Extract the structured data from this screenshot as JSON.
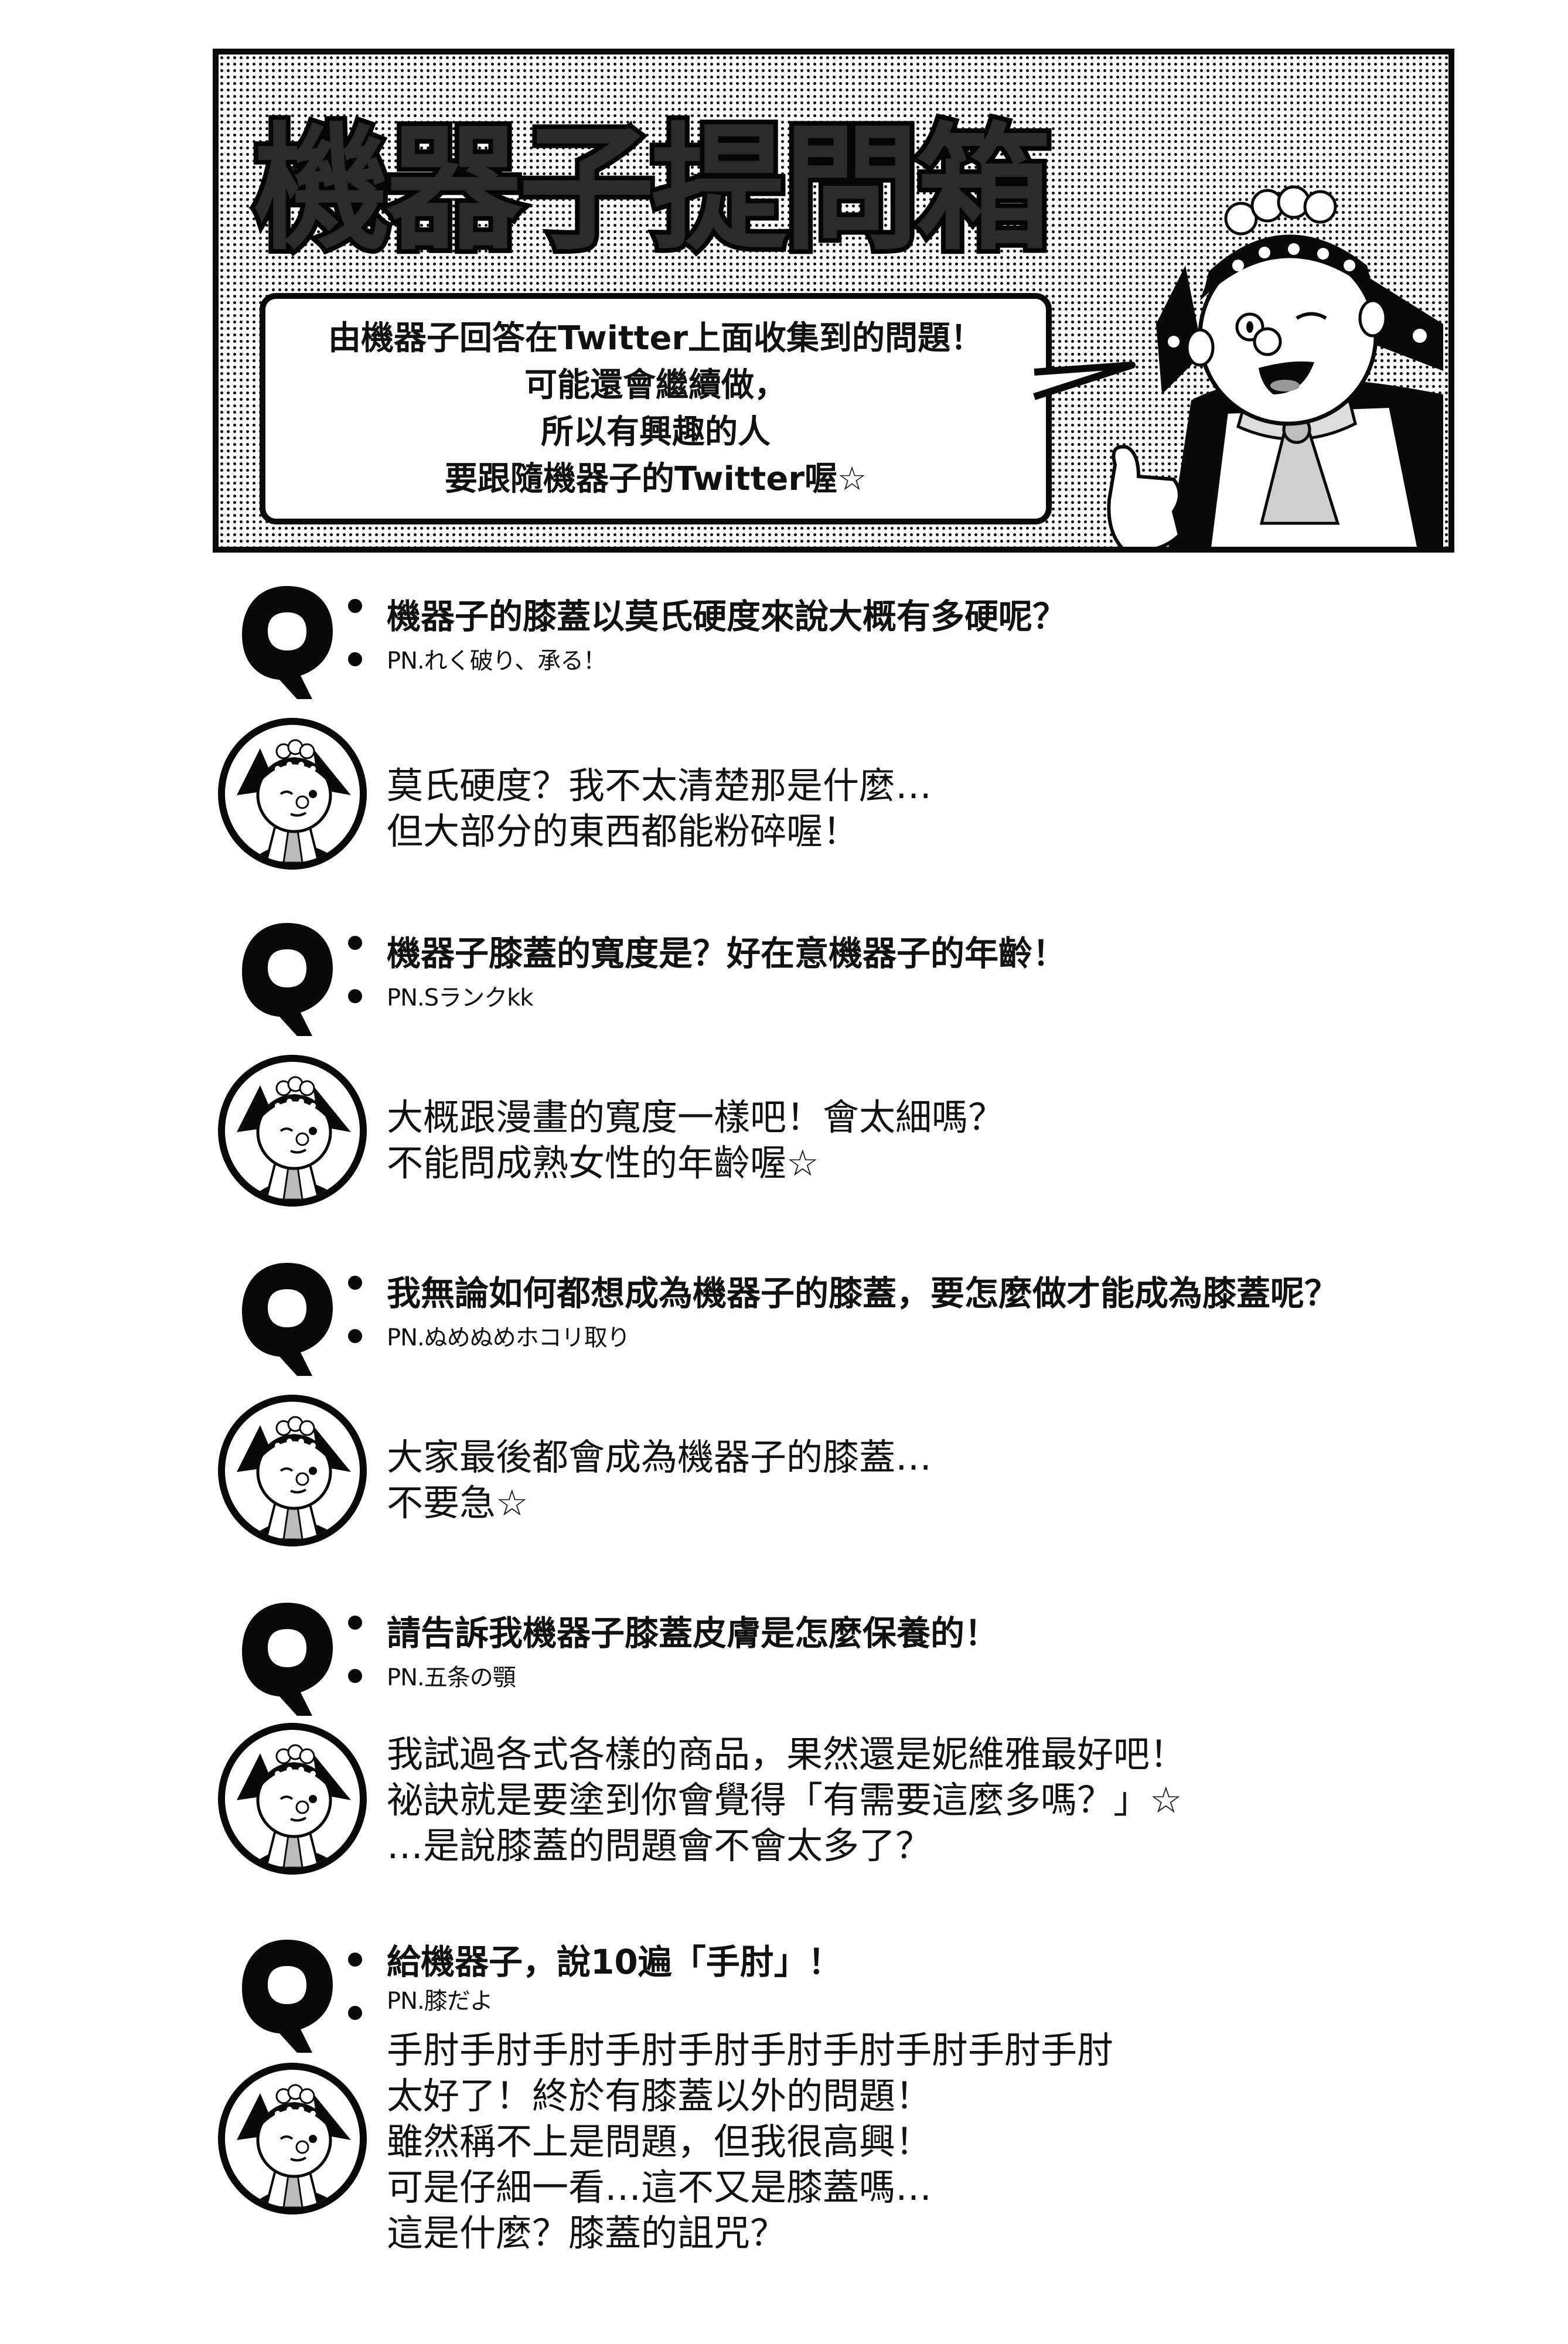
{
  "header": {
    "title": "機器子提問箱",
    "bubble_lines": [
      "由機器子回答在Twitter上面收集到的問題！",
      "可能還會繼續做，",
      "所以有興趣的人",
      "要跟隨機器子的Twitter喔☆"
    ]
  },
  "qa": [
    {
      "question": "機器子的膝蓋以莫氏硬度來說大概有多硬呢？",
      "pen_name": "PN.れく破り、承る！",
      "answer_lines": [
        "莫氏硬度？我不太清楚那是什麼…",
        "但大部分的東西都能粉碎喔！"
      ]
    },
    {
      "question": "機器子膝蓋的寬度是？好在意機器子的年齡！",
      "pen_name": "PN.Sランクkk",
      "answer_lines": [
        "大概跟漫畫的寬度一樣吧！會太細嗎？",
        "不能問成熟女性的年齡喔☆"
      ]
    },
    {
      "question": "我無論如何都想成為機器子的膝蓋，要怎麼做才能成為膝蓋呢？",
      "pen_name": "PN.ぬめぬめホコリ取り",
      "answer_lines": [
        "大家最後都會成為機器子的膝蓋…",
        "不要急☆"
      ]
    },
    {
      "question": "請告訴我機器子膝蓋皮膚是怎麼保養的！",
      "pen_name": "PN.五条の顎",
      "answer_lines": [
        "我試過各式各樣的商品，果然還是妮維雅最好吧！",
        "祕訣就是要塗到你會覺得「有需要這麼多嗎？」☆",
        "…是說膝蓋的問題會不會太多了？"
      ]
    },
    {
      "question": "給機器子，說10遍「手肘」！",
      "pen_name": "PN.膝だよ",
      "answer_lines": [
        "手肘手肘手肘手肘手肘手肘手肘手肘手肘手肘",
        "太好了！終於有膝蓋以外的問題！",
        "雖然稱不上是問題，但我很高興！",
        "可是仔細一看…這不又是膝蓋嗎…",
        "這是什麼？膝蓋的詛咒？"
      ]
    }
  ],
  "colors": {
    "ink": "#0a0a0a",
    "title_fill": "#2b2b2b",
    "paper": "#ffffff"
  }
}
